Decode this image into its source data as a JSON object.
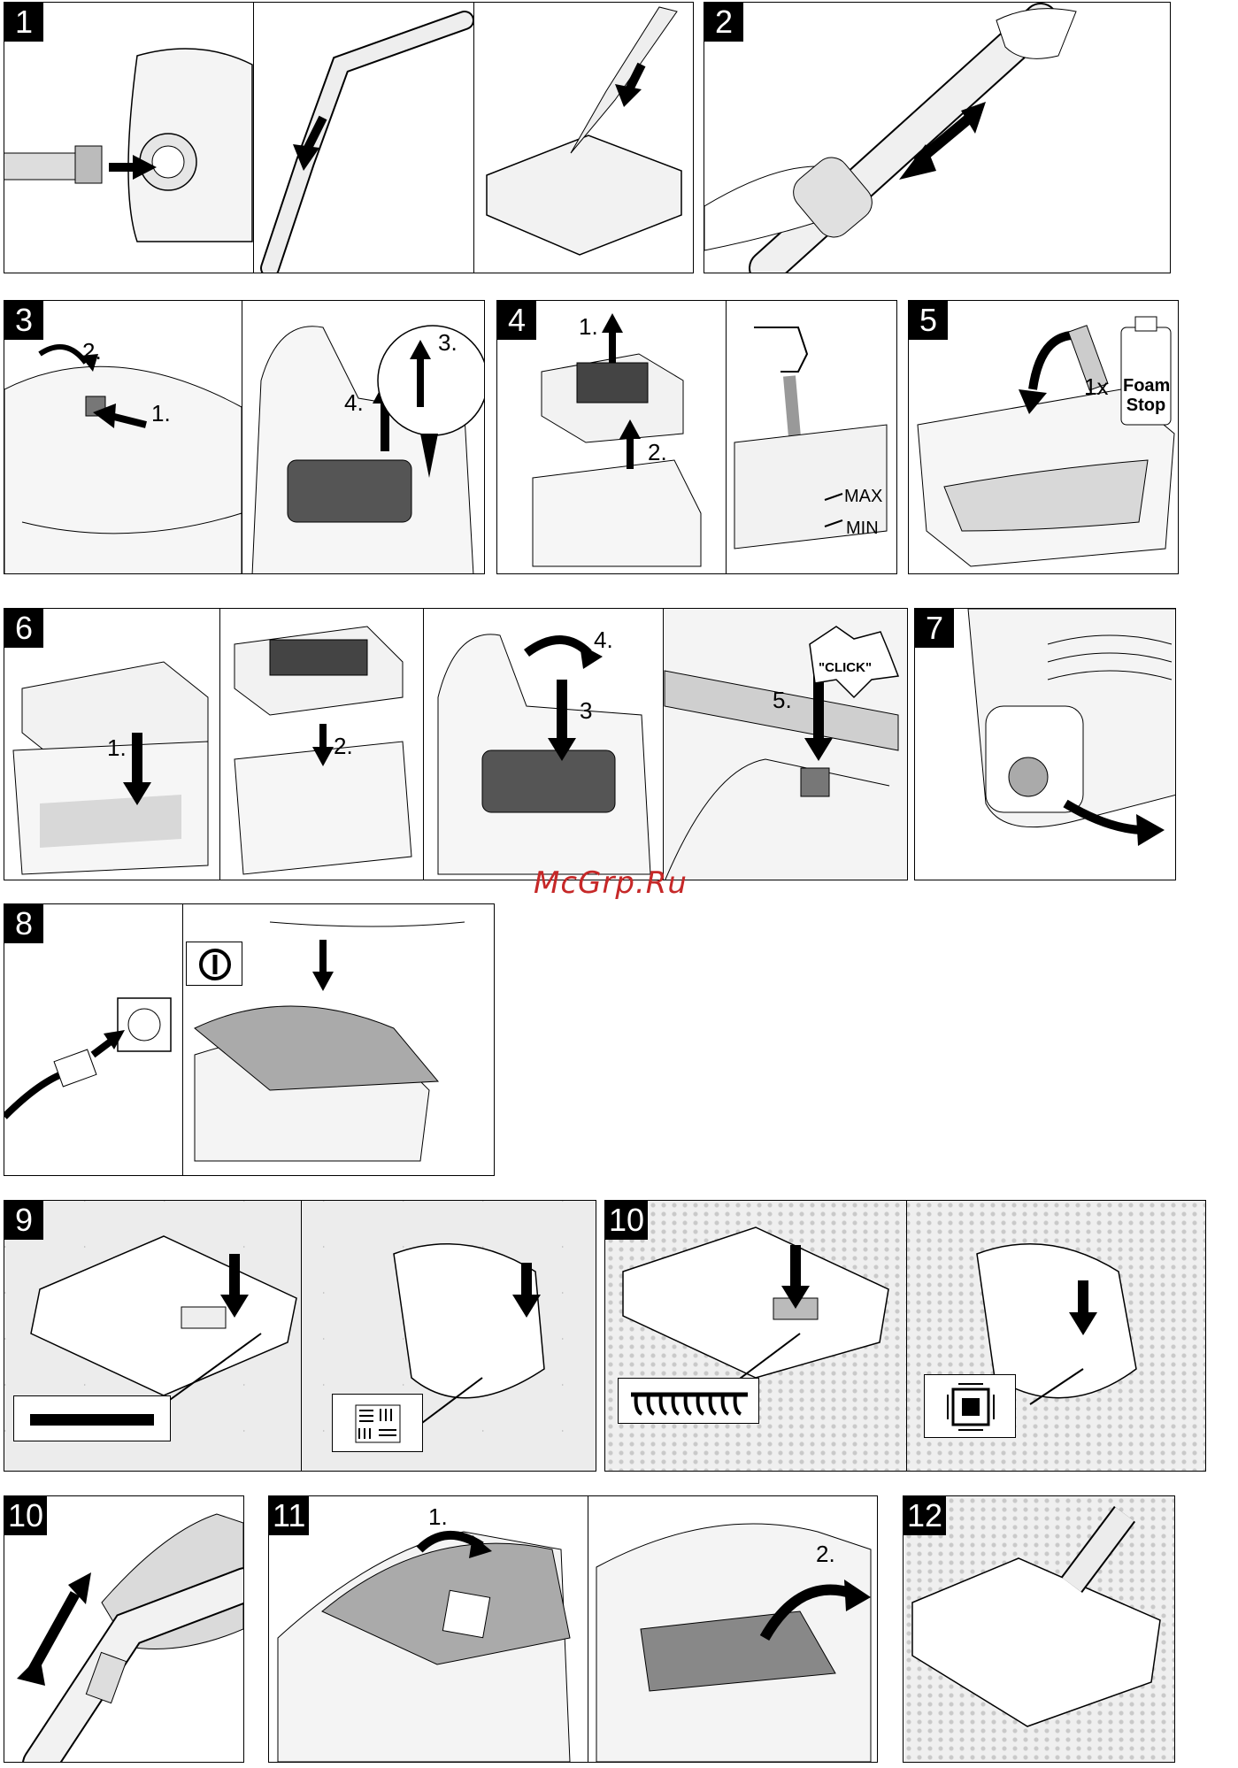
{
  "watermark": "McGrp.Ru",
  "steps": {
    "s1": "1",
    "s2": "2",
    "s3": "3",
    "s4": "4",
    "s5": "5",
    "s6": "6",
    "s7": "7",
    "s8": "8",
    "s9": "9",
    "s10a": "10",
    "s10b": "10",
    "s11": "11",
    "s12": "12"
  },
  "labels": {
    "p3_one": "1.",
    "p3_two": "2.",
    "p3_three": "3.",
    "p3_four": "4.",
    "p4_one": "1.",
    "p4_two": "2.",
    "p4_max": "MAX",
    "p4_min": "MIN",
    "p5_qty": "1x",
    "p5_foam": "Foam",
    "p5_stop": "Stop",
    "p6_one": "1.",
    "p6_two": "2.",
    "p6_three": "3",
    "p6_four": "4.",
    "p6_five": "5.",
    "p6_click": "\"CLICK\"",
    "p11_one": "1.",
    "p11_two": "2."
  },
  "icons": [
    "power-button-icon",
    "hard-floor-icon",
    "parquet-icon",
    "brush-bristles-icon",
    "carpet-icon",
    "arrow-icon"
  ]
}
